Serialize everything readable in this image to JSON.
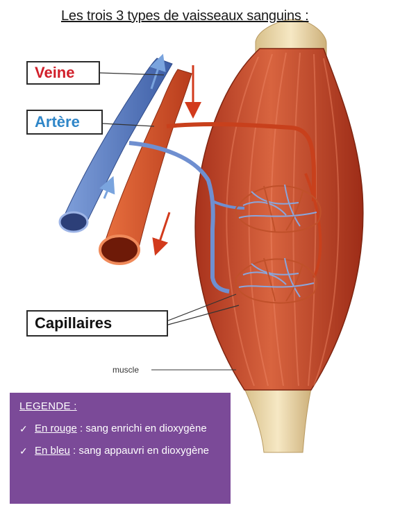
{
  "title": "Les trois 3 types de vaisseaux sanguins :",
  "labels": {
    "veine": "Veine",
    "artere": "Artère",
    "capillaires": "Capillaires",
    "muscle": "muscle"
  },
  "legend": {
    "title": "LEGENDE :",
    "items": [
      {
        "key": "En rouge",
        "text": " : sang enrichi en dioxygène"
      },
      {
        "key": "En bleu",
        "text": " : sang appauvri en dioxygène"
      }
    ]
  },
  "colors": {
    "vein_label": "#d11f2a",
    "artery_label": "#2f86c8",
    "legend_bg": "#7b4a98",
    "muscle": "#c8492c",
    "artery": "#d9502a",
    "vein": "#5b7fc4"
  }
}
